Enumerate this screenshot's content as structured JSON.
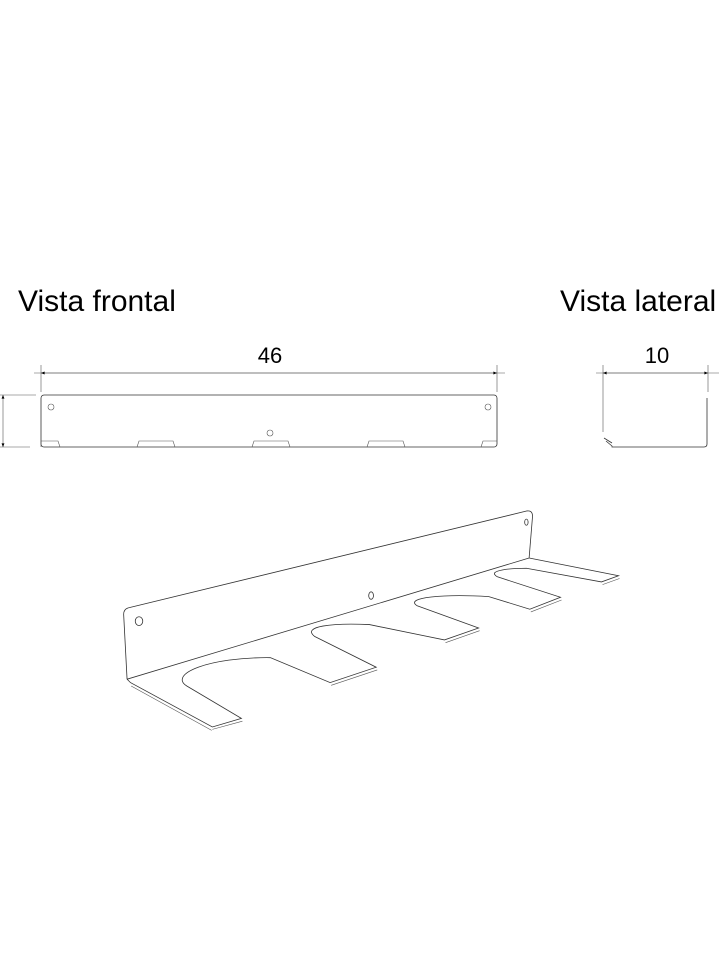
{
  "front_view": {
    "title": "Vista frontal",
    "width_dimension": "46"
  },
  "side_view": {
    "title": "Vista lateral",
    "depth_dimension": "10"
  },
  "colors": {
    "line": "#333333",
    "text": "#000000"
  }
}
